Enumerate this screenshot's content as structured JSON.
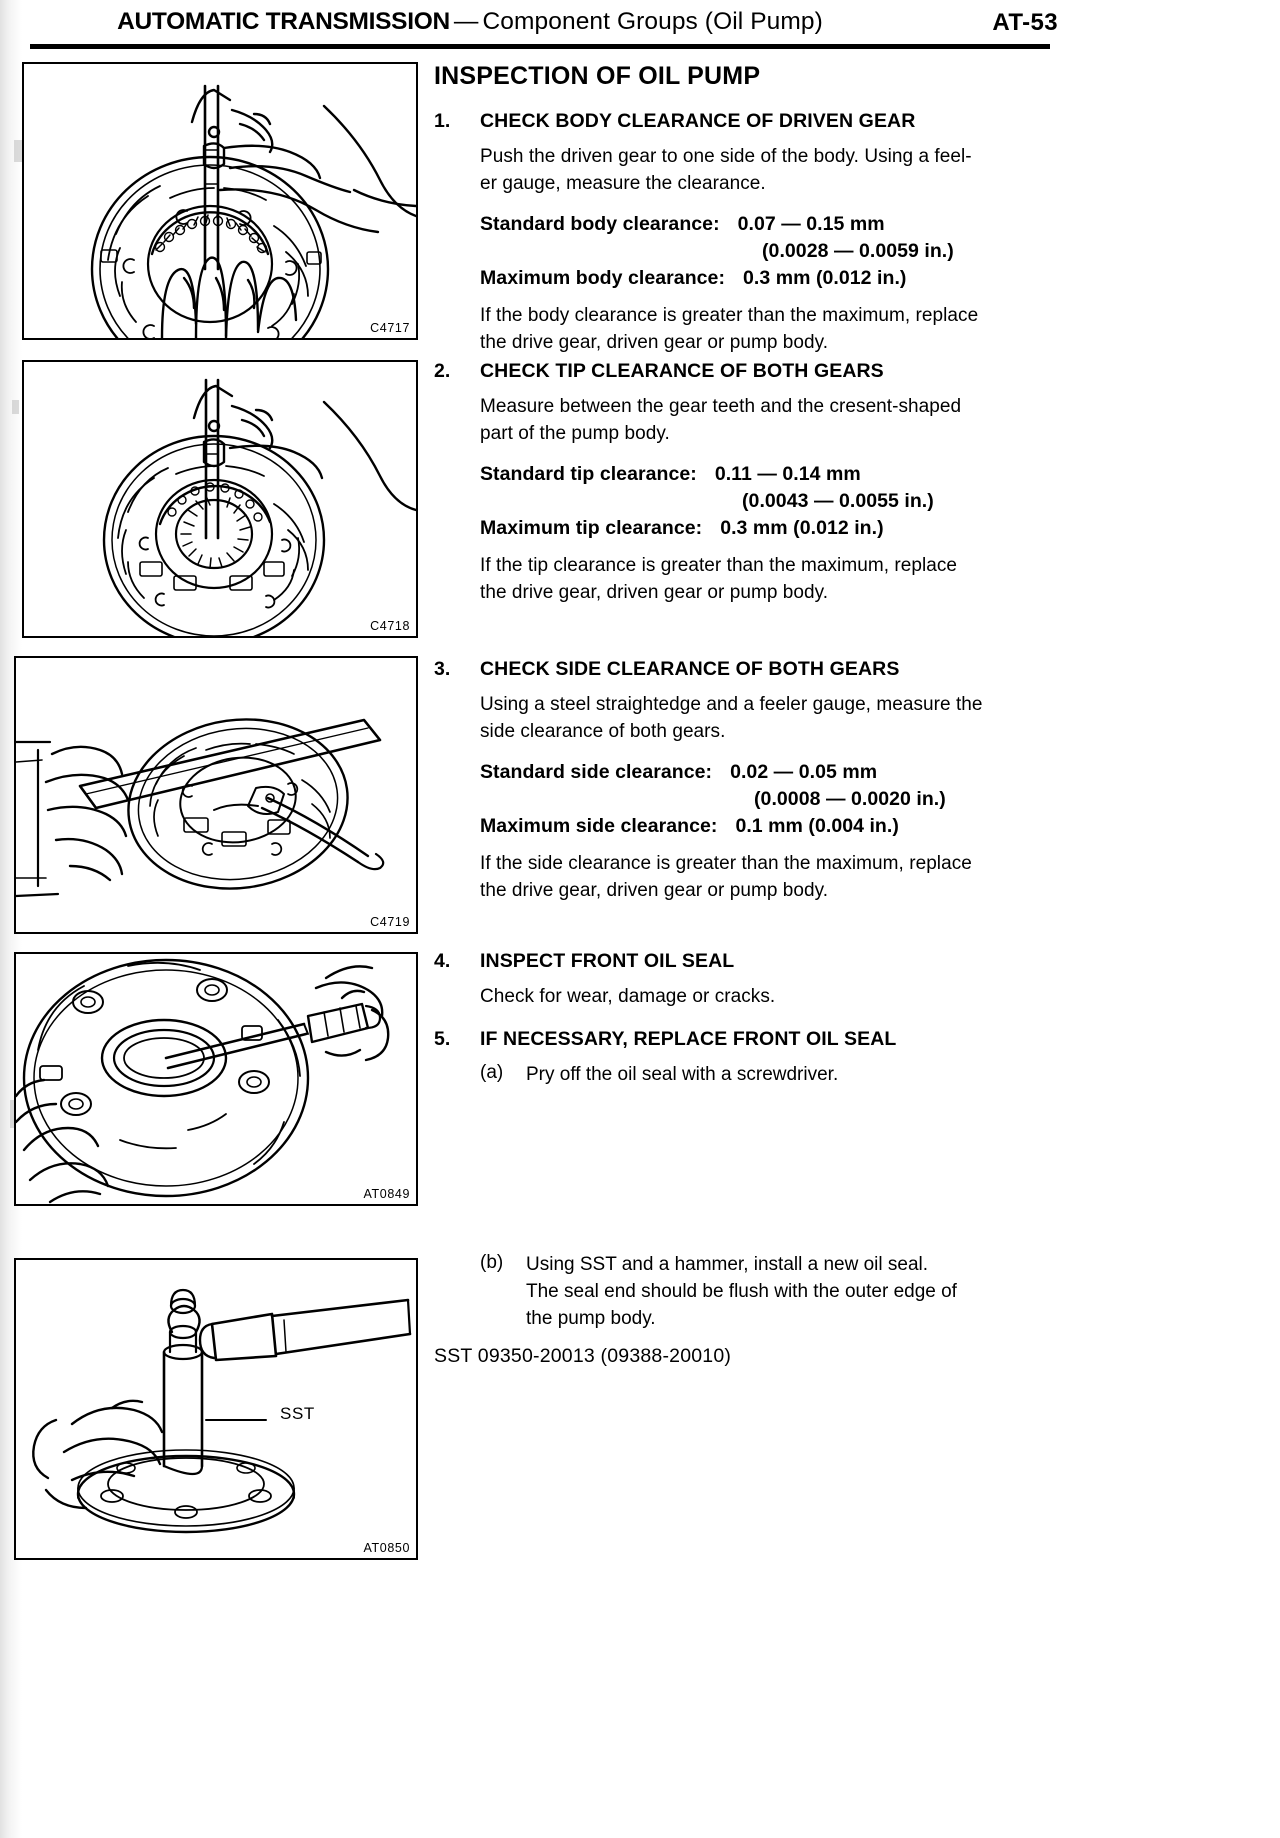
{
  "header": {
    "title_main": "AUTOMATIC TRANSMISSION",
    "title_dash": "—",
    "title_sub": "Component Groups (Oil Pump)",
    "page_number": "AT-53"
  },
  "section": {
    "heading": "INSPECTION OF OIL PUMP"
  },
  "steps": [
    {
      "num": "1.",
      "heading": "CHECK BODY CLEARANCE OF DRIVEN GEAR",
      "intro_l1": "Push the driven gear to one side of the body. Using a feel-",
      "intro_l2": "er gauge, measure the clearance.",
      "spec_std_label": "Standard body clearance:",
      "spec_std_value": "0.07 — 0.15 mm",
      "spec_std_sub": "(0.0028 — 0.0059 in.)",
      "spec_max_label": "Maximum body clearance:",
      "spec_max_value": "0.3 mm (0.012 in.)",
      "outro_l1": "If the body clearance is greater than the maximum, replace",
      "outro_l2": "the drive gear, driven gear or pump body."
    },
    {
      "num": "2.",
      "heading": "CHECK TIP CLEARANCE OF BOTH GEARS",
      "intro_l1": "Measure between the gear teeth and the cresent-shaped",
      "intro_l2": "part of the pump body.",
      "spec_std_label": "Standard tip clearance:",
      "spec_std_value": "0.11 — 0.14 mm",
      "spec_std_sub": "(0.0043 — 0.0055 in.)",
      "spec_max_label": "Maximum tip clearance:",
      "spec_max_value": "0.3 mm (0.012 in.)",
      "outro_l1": "If the tip clearance is greater than the maximum, replace",
      "outro_l2": "the drive gear, driven gear or pump body."
    },
    {
      "num": "3.",
      "heading": "CHECK SIDE CLEARANCE OF BOTH GEARS",
      "intro_l1": "Using a steel straightedge and a feeler gauge, measure the",
      "intro_l2": "side clearance of both gears.",
      "spec_std_label": "Standard side clearance:",
      "spec_std_value": "0.02 — 0.05 mm",
      "spec_std_sub": "(0.0008 — 0.0020 in.)",
      "spec_max_label": "Maximum side clearance:",
      "spec_max_value": "0.1 mm (0.004 in.)",
      "outro_l1": "If the side clearance is greater than the maximum, replace",
      "outro_l2": "the drive gear, driven gear or pump body."
    },
    {
      "num": "4.",
      "heading": "INSPECT FRONT OIL SEAL",
      "intro_l1": "Check for wear, damage or cracks."
    },
    {
      "num": "5.",
      "heading": "IF NECESSARY, REPLACE FRONT OIL SEAL",
      "sub_a_num": "(a)",
      "sub_a_text": "Pry off the oil seal with a screwdriver."
    }
  ],
  "step5b": {
    "num": "(b)",
    "line1": "Using SST and a hammer, install a new oil seal.",
    "line2": "The seal end should be flush with the outer edge of",
    "line3": "the pump body.",
    "sst": "SST 09350-20013 (09388-20010)"
  },
  "figures": [
    {
      "code": "C4717",
      "caption_alt": "Pushing driven gear to one side with feeler gauge in body clearance"
    },
    {
      "code": "C4718",
      "caption_alt": "Feeler gauge between gear teeth and crescent-shaped part of pump body"
    },
    {
      "code": "C4719",
      "caption_alt": "Steel straightedge across pump with feeler gauge measuring side clearance"
    },
    {
      "code": "AT0849",
      "caption_alt": "Screwdriver prying off front oil seal from pump body"
    },
    {
      "code": "AT0850",
      "caption_alt": "SST and hammer installing new oil seal",
      "label": "SST"
    }
  ],
  "colors": {
    "ink": "#000000",
    "paper": "#ffffff"
  }
}
